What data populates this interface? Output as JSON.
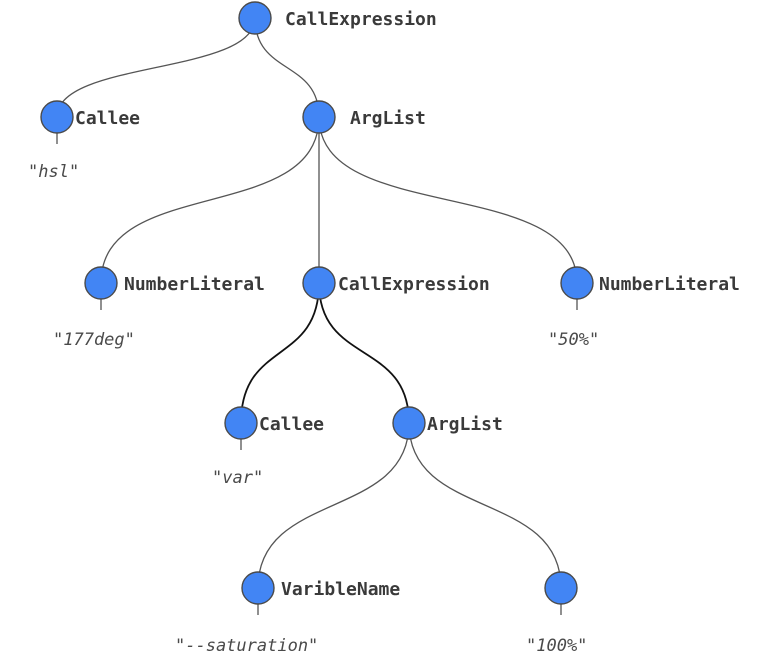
{
  "tree": {
    "nodes": {
      "root": {
        "label": "CallExpression"
      },
      "callee1": {
        "label": "Callee",
        "value": "\"hsl\""
      },
      "arglist1": {
        "label": "ArgList"
      },
      "num1": {
        "label": "NumberLiteral",
        "value": "\"177deg\""
      },
      "call2": {
        "label": "CallExpression"
      },
      "num2": {
        "label": "NumberLiteral",
        "value": "\"50%\""
      },
      "callee2": {
        "label": "Callee",
        "value": "\"var\""
      },
      "arglist2": {
        "label": "ArgList"
      },
      "varname": {
        "label": "VaribleName",
        "value": "\"--saturation\""
      },
      "pct": {
        "label": "",
        "value": "\"100%\""
      }
    }
  }
}
